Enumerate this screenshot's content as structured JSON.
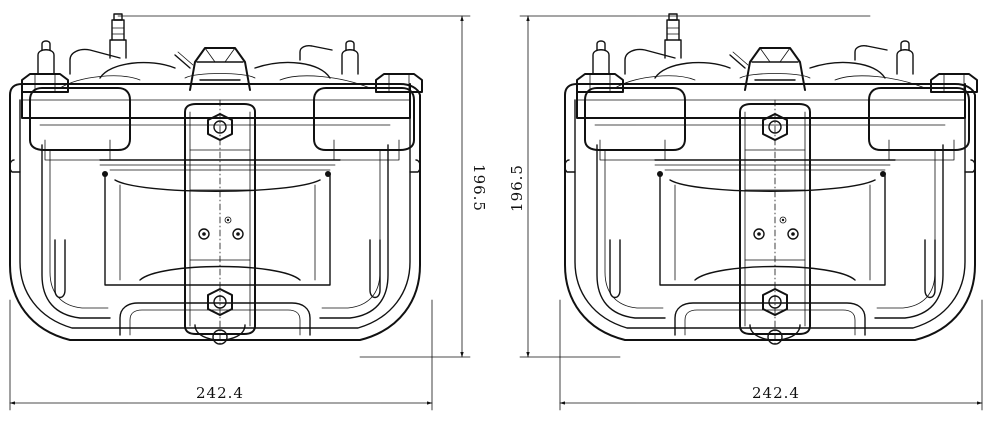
{
  "views": [
    {
      "id": "left-view",
      "width_label": "242.4",
      "height_label": "196.5",
      "height_label_mirrored": true
    },
    {
      "id": "right-view",
      "width_label": "242.4",
      "height_label": "196.5",
      "height_label_mirrored": false
    }
  ],
  "colors": {
    "line": "#111111",
    "background": "#ffffff"
  }
}
